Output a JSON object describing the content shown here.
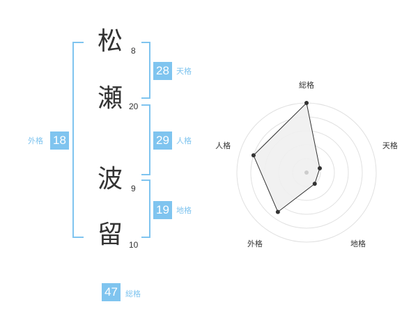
{
  "name": {
    "chars": [
      {
        "char": "松",
        "strokes": "8"
      },
      {
        "char": "瀬",
        "strokes": "20"
      },
      {
        "char": "波",
        "strokes": "9"
      },
      {
        "char": "留",
        "strokes": "10"
      }
    ]
  },
  "kaku": {
    "ten": {
      "value": "28",
      "label": "天格"
    },
    "jin": {
      "value": "29",
      "label": "人格"
    },
    "chi": {
      "value": "19",
      "label": "地格"
    },
    "gai": {
      "value": "18",
      "label": "外格"
    },
    "total": {
      "value": "47",
      "label": "総格"
    }
  },
  "chart_data": {
    "type": "radar",
    "axes": [
      "総格",
      "天格",
      "地格",
      "外格",
      "人格"
    ],
    "values": [
      5,
      1,
      1,
      3.5,
      4
    ],
    "max": 5,
    "rings": 5,
    "colors": {
      "fill": "#f0f0f0",
      "stroke": "#333333",
      "ring": "#e0e0e0",
      "point": "#333333",
      "center": "#cccccc"
    }
  }
}
